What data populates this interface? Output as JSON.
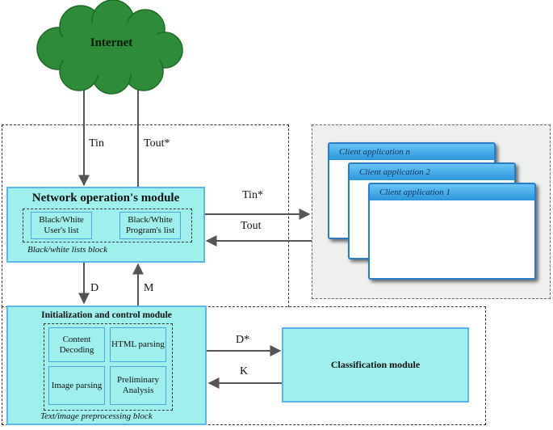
{
  "cloud": {
    "label": "Internet"
  },
  "network_module": {
    "title": "Network operation's module",
    "lists": [
      "Black/White User's list",
      "Black/White Program's list"
    ],
    "caption": "Black/white  lists block"
  },
  "init_module": {
    "title": "Initialization and control module",
    "cells": [
      "Content Decoding",
      "HTML parsing",
      "Image parsing",
      "Preliminary Analysis"
    ],
    "caption": "Text/image preprocessing block"
  },
  "classification": {
    "title": "Classification module"
  },
  "clients": [
    "Client application n",
    "Client application 2",
    "Client application 1"
  ],
  "arrows": {
    "tin": "Tin",
    "tout_star": "Tout*",
    "tin_star": "Tin*",
    "tout": "Tout",
    "d": "D",
    "m": "M",
    "d_star": "D*",
    "k": "K"
  },
  "colors": {
    "module_fill": "#9ff0ec",
    "module_border": "#5ab6e8",
    "cloud": "#2e8b3a",
    "window_title": "#2b96dc",
    "client_panel": "#eef0ee"
  }
}
